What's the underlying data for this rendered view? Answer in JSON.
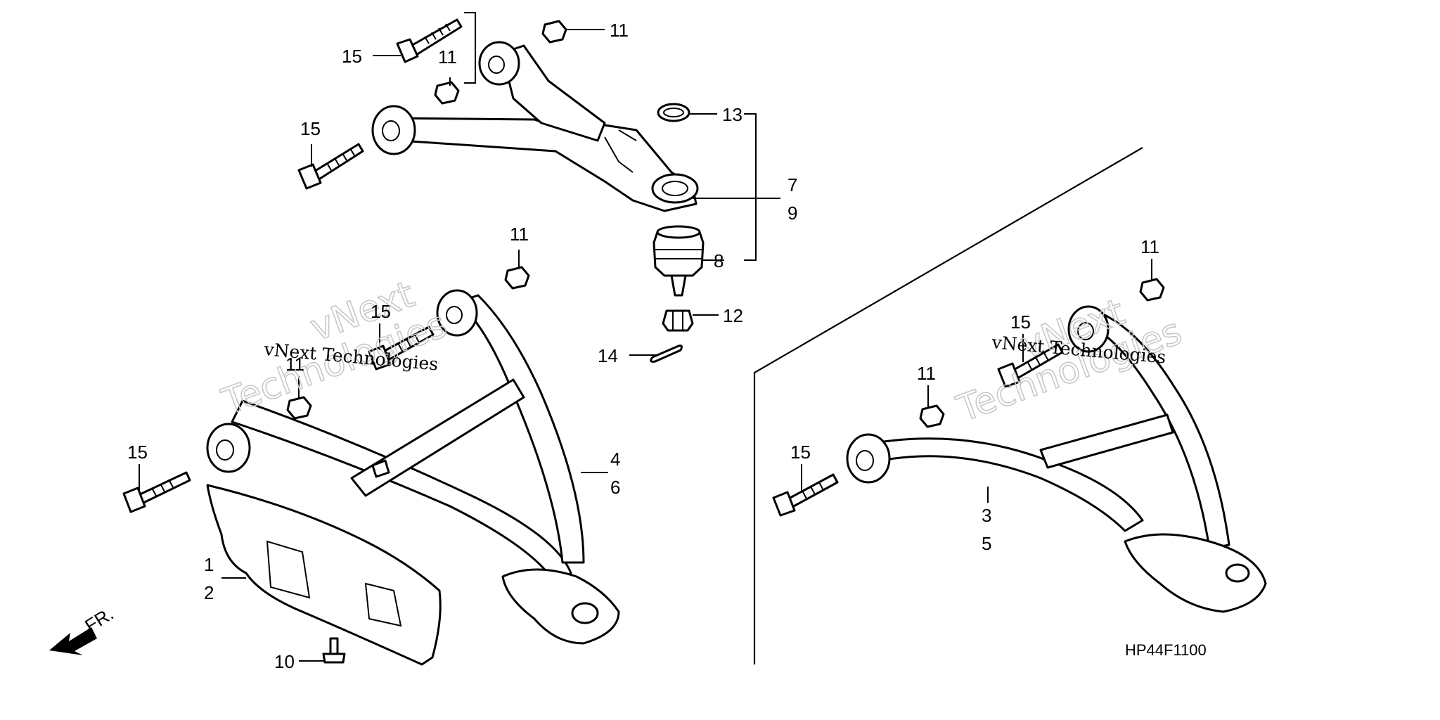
{
  "diagram": {
    "code": "HP44F1100",
    "watermark": {
      "big": [
        "vNext",
        "Technologies"
      ],
      "small": "vNext Technologies"
    },
    "front_arrow_text": "FR.",
    "callouts": [
      {
        "key": "c15a",
        "text": "15"
      },
      {
        "key": "c11a",
        "text": "11"
      },
      {
        "key": "c11b",
        "text": "11"
      },
      {
        "key": "c15b",
        "text": "15"
      },
      {
        "key": "c13",
        "text": "13"
      },
      {
        "key": "c7",
        "text": "7"
      },
      {
        "key": "c9",
        "text": "9"
      },
      {
        "key": "c8",
        "text": "8"
      },
      {
        "key": "c11c",
        "text": "11"
      },
      {
        "key": "c12",
        "text": "12"
      },
      {
        "key": "c14",
        "text": "14"
      },
      {
        "key": "c15c",
        "text": "15"
      },
      {
        "key": "c11d",
        "text": "11"
      },
      {
        "key": "c15d",
        "text": "15"
      },
      {
        "key": "c4",
        "text": "4"
      },
      {
        "key": "c6",
        "text": "6"
      },
      {
        "key": "c1",
        "text": "1"
      },
      {
        "key": "c2",
        "text": "2"
      },
      {
        "key": "c10",
        "text": "10"
      },
      {
        "key": "c11e",
        "text": "11"
      },
      {
        "key": "c15e",
        "text": "15"
      },
      {
        "key": "c11f",
        "text": "11"
      },
      {
        "key": "c15f",
        "text": "15"
      },
      {
        "key": "c3",
        "text": "3"
      },
      {
        "key": "c5",
        "text": "5"
      }
    ]
  }
}
